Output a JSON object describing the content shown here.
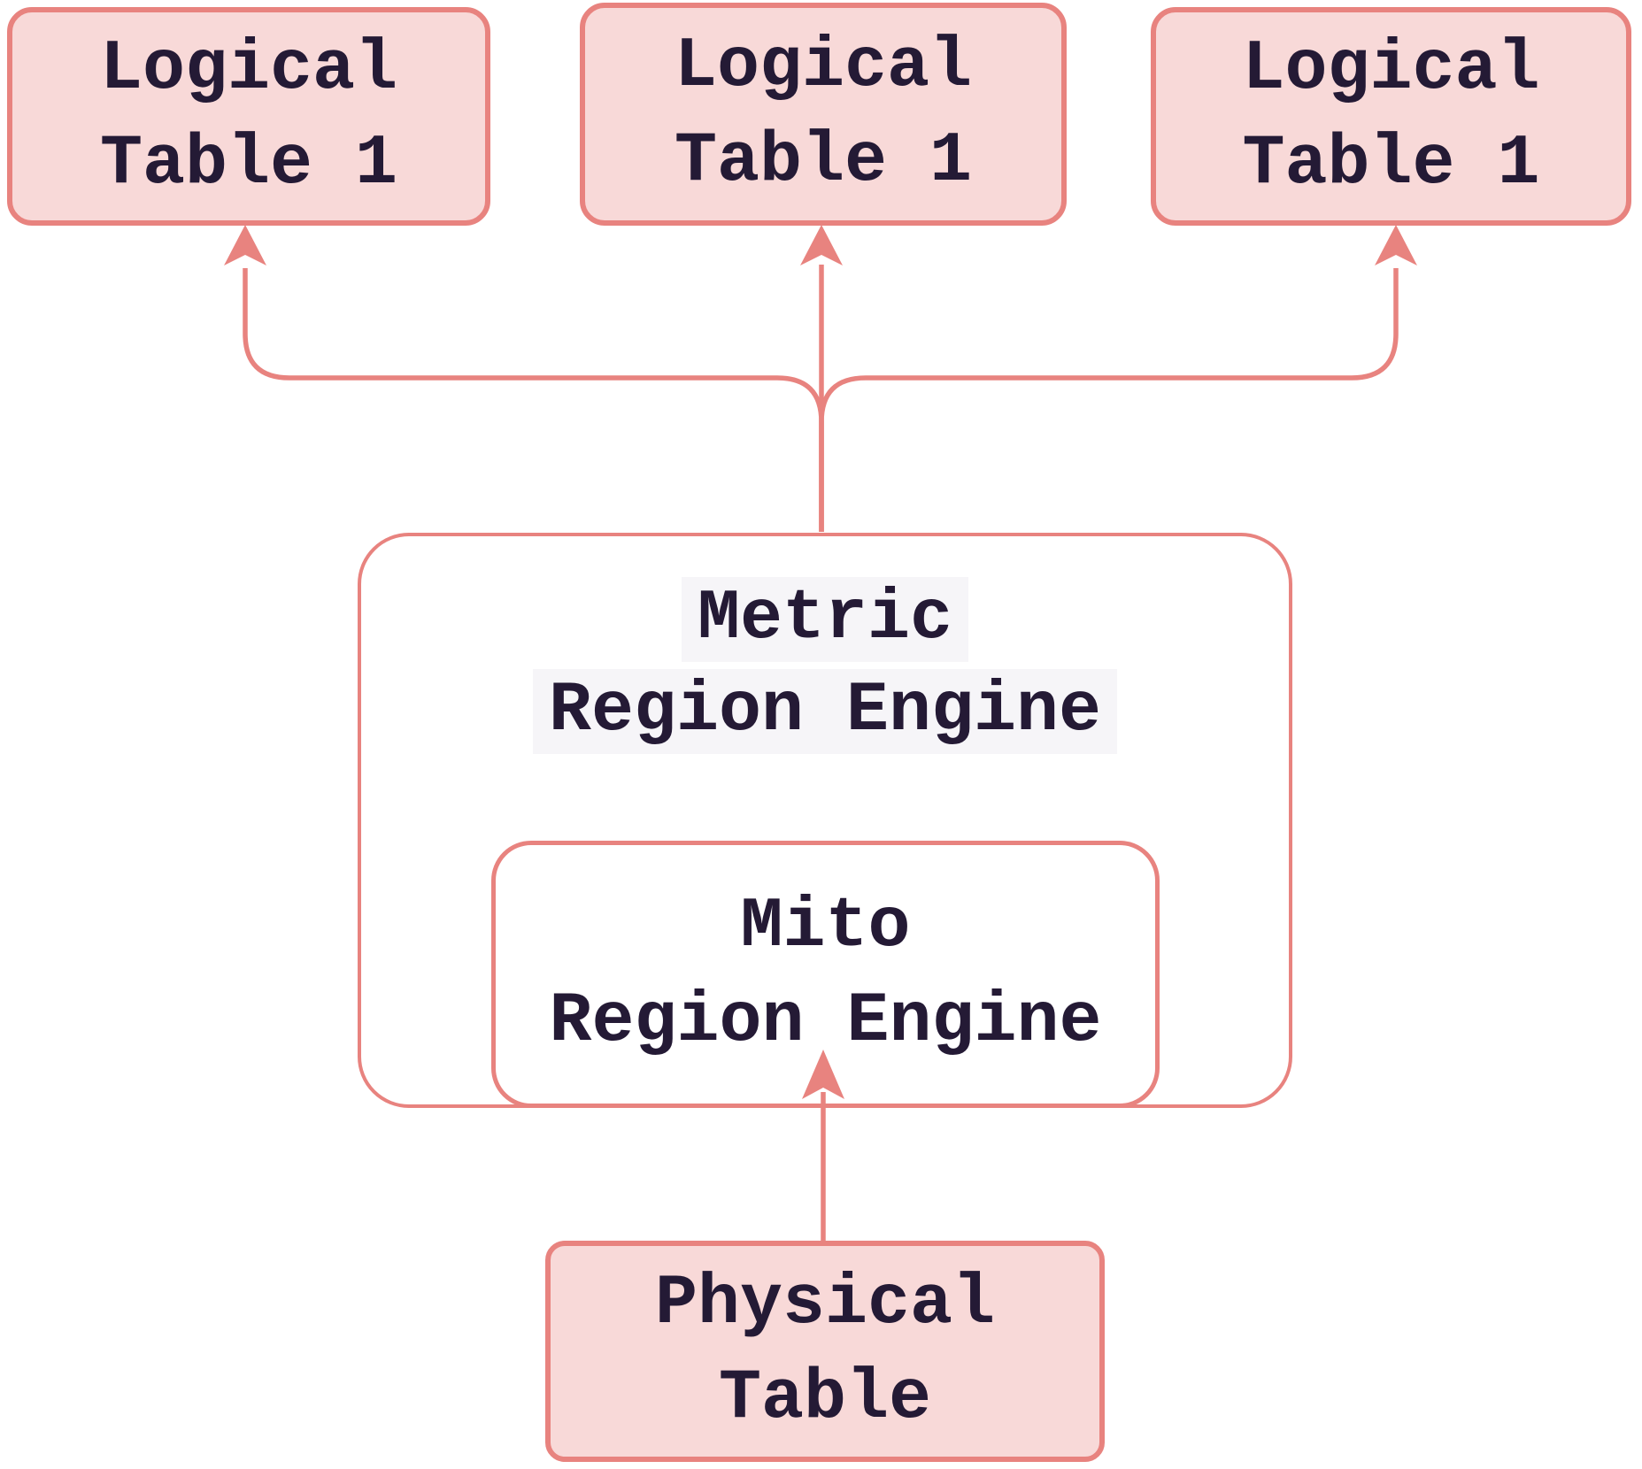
{
  "colors": {
    "accent": "#e8837f",
    "node_fill": "#f8d9d8",
    "text": "#241a35",
    "label_bg": "#f6f5f8",
    "canvas_bg": "#ffffff"
  },
  "nodes": {
    "logical_table_a": {
      "line1": "Logical",
      "line2": "Table 1"
    },
    "logical_table_b": {
      "line1": "Logical",
      "line2": "Table 1"
    },
    "logical_table_c": {
      "line1": "Logical",
      "line2": "Table 1"
    },
    "metric_region_engine": {
      "line1": "Metric",
      "line2": "Region Engine"
    },
    "mito_region_engine": {
      "line1": "Mito",
      "line2": "Region Engine"
    },
    "physical_table": {
      "line1": "Physical",
      "line2": "Table"
    }
  },
  "edges": [
    {
      "from": "metric_region_engine",
      "to": "logical_table_a"
    },
    {
      "from": "metric_region_engine",
      "to": "logical_table_b"
    },
    {
      "from": "metric_region_engine",
      "to": "logical_table_c"
    },
    {
      "from": "physical_table",
      "to": "mito_region_engine"
    }
  ]
}
